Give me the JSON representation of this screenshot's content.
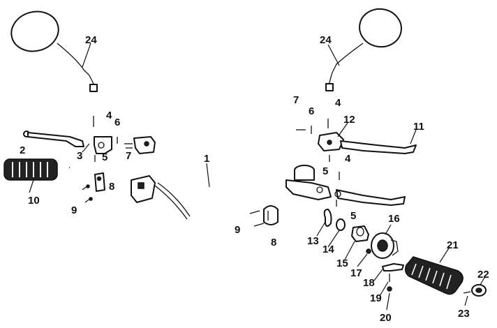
{
  "diagram": {
    "labels": {
      "l1": "1",
      "l2": "2",
      "l3": "3",
      "l4a": "4",
      "l4b": "4",
      "l4c": "4",
      "l5a": "5",
      "l5b": "5",
      "l5c": "5",
      "l6a": "6",
      "l6b": "6",
      "l7a": "7",
      "l7b": "7",
      "l8a": "8",
      "l8b": "8",
      "l9a": "9",
      "l9b": "9",
      "l10": "10",
      "l11": "11",
      "l12": "12",
      "l13": "13",
      "l14": "14",
      "l15": "15",
      "l16": "16",
      "l17": "17",
      "l18": "18",
      "l19": "19",
      "l20": "20",
      "l21": "21",
      "l22": "22",
      "l23": "23",
      "l24a": "24",
      "l24b": "24"
    },
    "colors": {
      "ink": "#111111",
      "paper": "#ffffff"
    }
  }
}
